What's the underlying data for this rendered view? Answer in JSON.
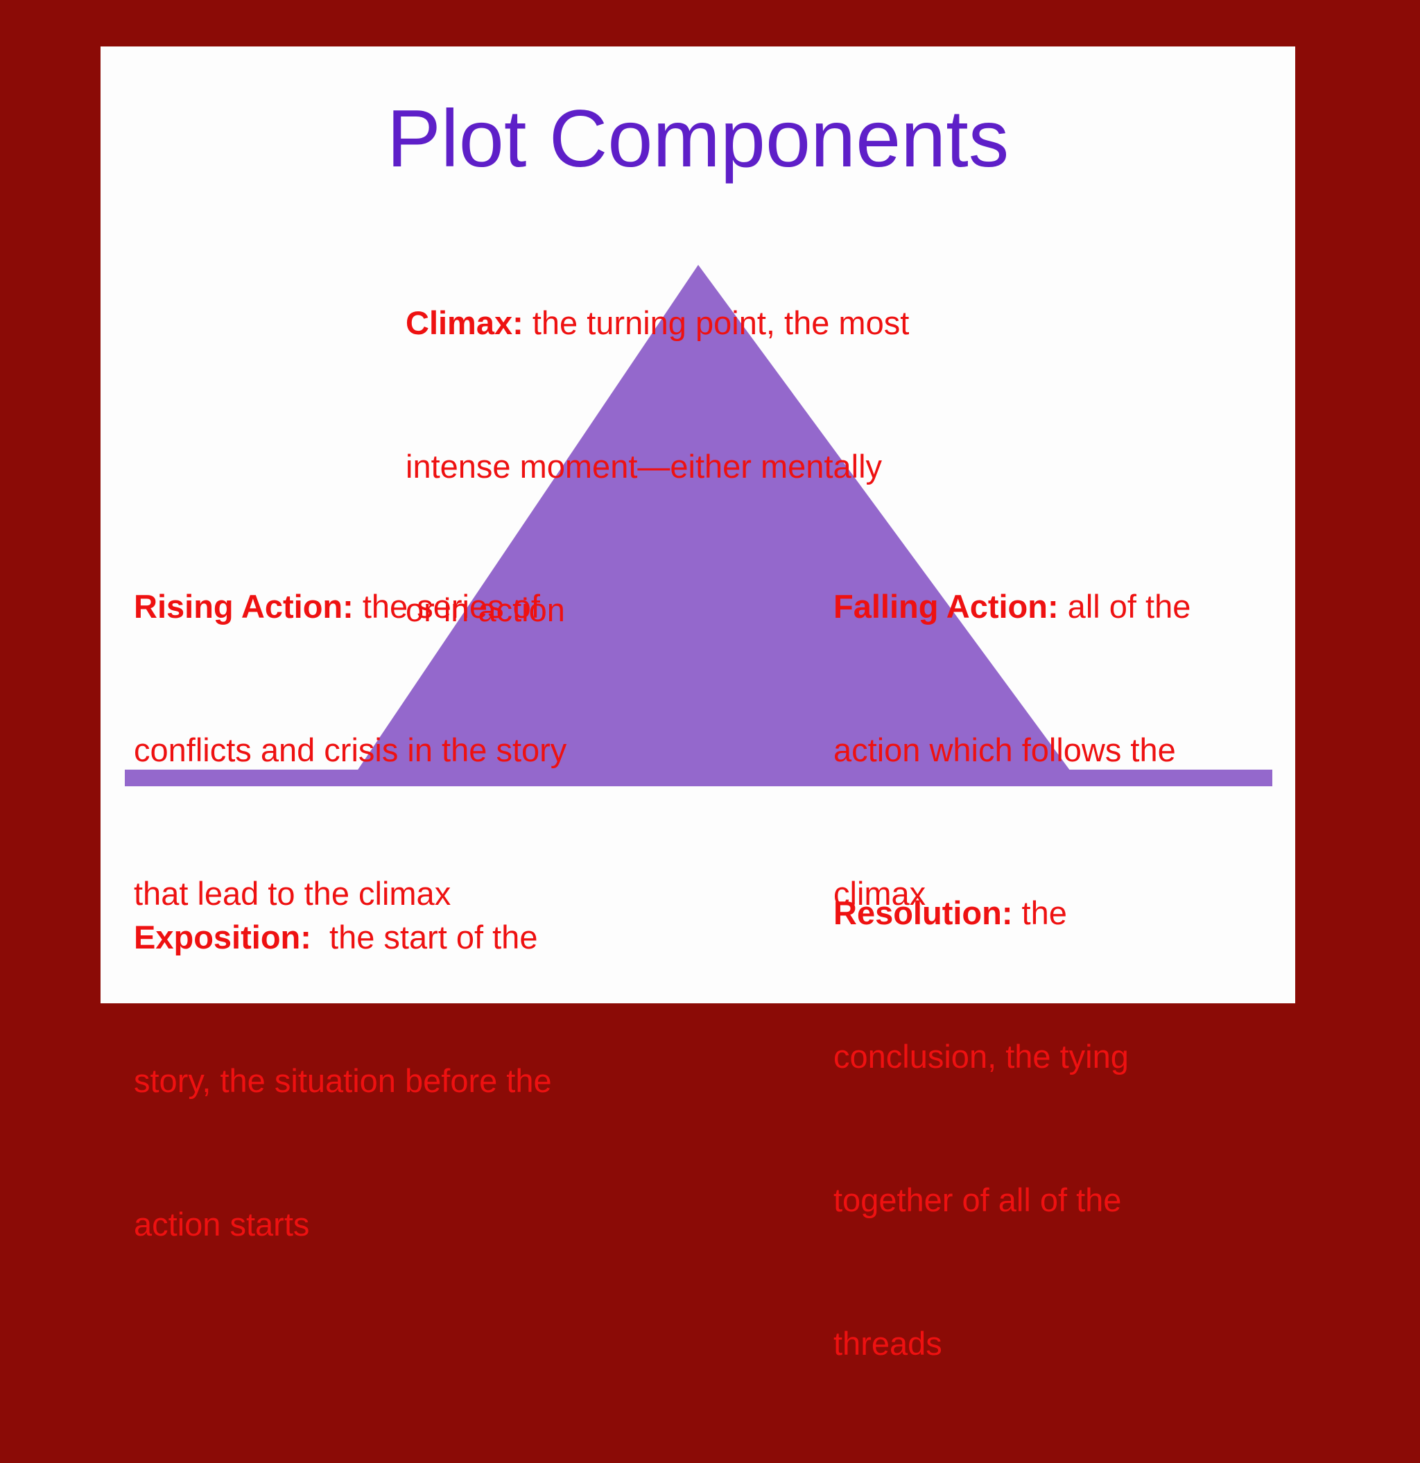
{
  "slide": {
    "title": "Plot Components",
    "colors": {
      "frame": "#8b0b06",
      "slide_bg": "#fdfdfd",
      "title": "#5e1fc8",
      "shape_purple": "#9468cc",
      "annotation_red": "#ee1111"
    },
    "diagram": {
      "type": "plot-pyramid",
      "shapes": [
        "baseline-bar",
        "pyramid-triangle"
      ]
    },
    "annotations": {
      "climax": {
        "label": "Climax:",
        "line1": " the turning point, the most",
        "line2": "intense moment—either mentally",
        "line3": "or in action"
      },
      "rising_action": {
        "label": "Rising Action:",
        "line1": " the series of",
        "line2": "conflicts and crisis in the story",
        "line3": "that lead to the climax"
      },
      "falling_action": {
        "label": "Falling Action:",
        "line1": " all of the",
        "line2": "action which follows the",
        "line3": "climax"
      },
      "exposition": {
        "label": "Exposition:",
        "line1": "  the start of the",
        "line2": "story, the situation before the",
        "line3": "action starts"
      },
      "resolution": {
        "label": "Resolution:",
        "line1": " the",
        "line2": "conclusion, the tying",
        "line3": "together of all of the",
        "line4": "threads"
      }
    }
  }
}
